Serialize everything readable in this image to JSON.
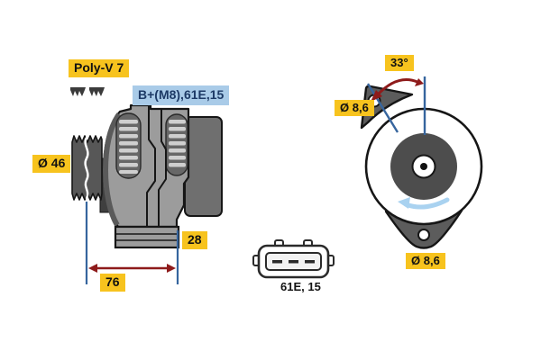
{
  "diagram": {
    "side_view": {
      "belt_label": "Poly-V 7",
      "terminal_label": "B+(M8),61E,15",
      "pulley_diameter_label": "Ø 46",
      "foot_width_label": "28",
      "length_label": "76"
    },
    "front_view": {
      "angle_label": "33°",
      "hole_top_label": "Ø 8,6",
      "hole_bottom_label": "Ø 8,6"
    },
    "connector": {
      "label": "61E, 15"
    },
    "colors": {
      "label_yellow": "#F7C31E",
      "label_blue_bg": "#A9CBE8",
      "label_blue_text": "#1D3A66",
      "dimension_line_blue": "#36659E",
      "dimension_arrow_red": "#8E1B1B",
      "rotation_arrow_blue": "#A9D2F0",
      "body_gray": "#9C9C9C",
      "body_dark_gray": "#6F6F6F",
      "outline_black": "#161616"
    },
    "icons": [
      {
        "name": "belt-profile-icon",
        "shape": "poly-V belt cross-section glyph"
      },
      {
        "name": "rotation-direction-arrow-icon",
        "shape": "counterclockwise curved arrow"
      }
    ]
  }
}
